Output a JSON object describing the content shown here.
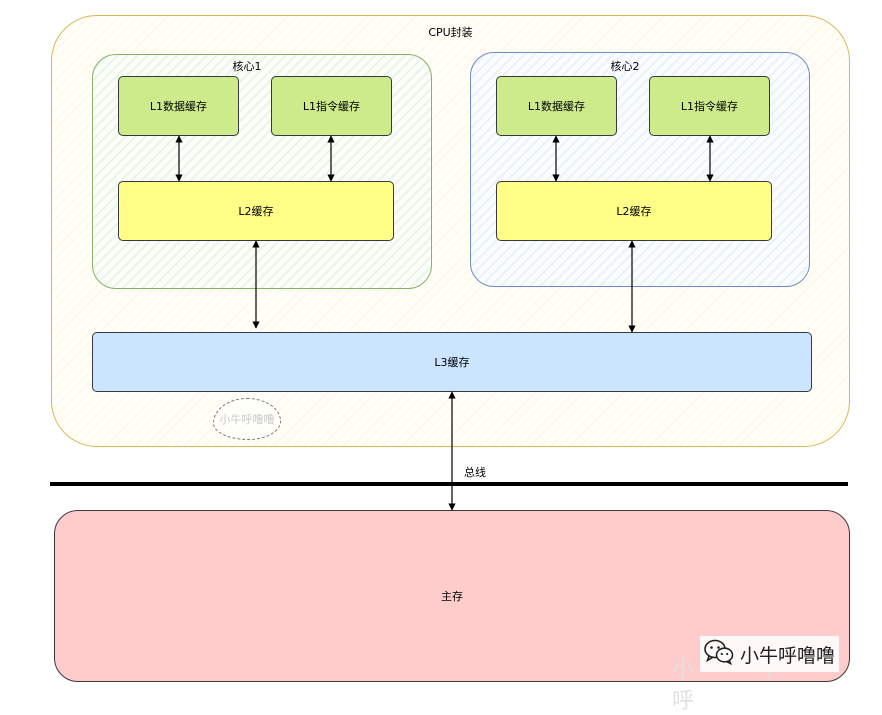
{
  "cpu": {
    "title": "CPU封装"
  },
  "cores": [
    {
      "title": "核心1",
      "l1_data": "L1数据缓存",
      "l1_inst": "L1指令缓存",
      "l2": "L2缓存"
    },
    {
      "title": "核心2",
      "l1_data": "L1数据缓存",
      "l1_inst": "L1指令缓存",
      "l2": "L2缓存"
    }
  ],
  "l3": "L3缓存",
  "bus": "总线",
  "main_memory": "主存",
  "watermark": "小牛呼噜噜",
  "badge": {
    "icon": "wechat-icon",
    "text": "小牛呼噜噜"
  },
  "colors": {
    "cpu_border": "#d6b656",
    "core1_border": "#82b366",
    "core2_border": "#6c8ebf",
    "l1_fill": "#cdeb8b",
    "l2_fill": "#ffff88",
    "l3_fill": "#cce5ff",
    "main_fill": "#ffcccc"
  }
}
